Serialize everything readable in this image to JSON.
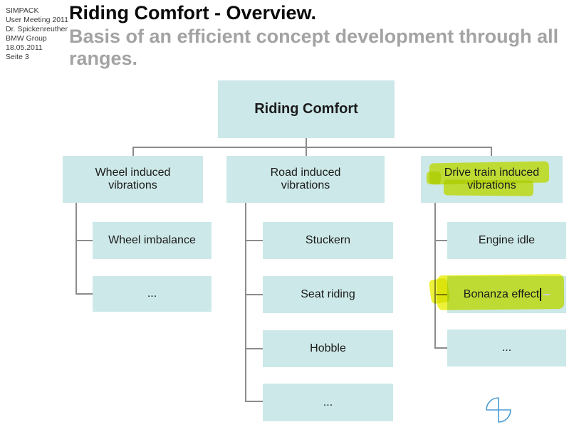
{
  "meta": {
    "lines": [
      "SIMPACK",
      "User Meeting 2011",
      "Dr. Spickenreuther",
      "BMW Group",
      "18.05.2011",
      "Seite 3"
    ]
  },
  "header": {
    "title": "Riding Comfort - Overview.",
    "subtitle": "Basis of an efficient concept development through all ranges."
  },
  "tree": {
    "root": {
      "label": "Riding Comfort"
    },
    "branches": [
      {
        "label": "Wheel induced vibrations",
        "highlighted": false,
        "children": [
          "Wheel imbalance",
          "..."
        ]
      },
      {
        "label": "Road induced vibrations",
        "highlighted": false,
        "children": [
          "Stuckern",
          "Seat riding",
          "Hobble",
          "..."
        ]
      },
      {
        "label": "Drive train induced vibrations",
        "highlighted": true,
        "children": [
          "Engine idle",
          "Bonanza effect",
          "..."
        ]
      }
    ]
  },
  "icons": {
    "logo": "simpack-logo"
  },
  "colors": {
    "box_fill": "#cde8e8",
    "connector_gray": "#8c8c8c",
    "highlight_yellow": "#ecf028",
    "subtitle_gray": "#a3a3a3",
    "logo_blue": "#4a9bd4"
  }
}
